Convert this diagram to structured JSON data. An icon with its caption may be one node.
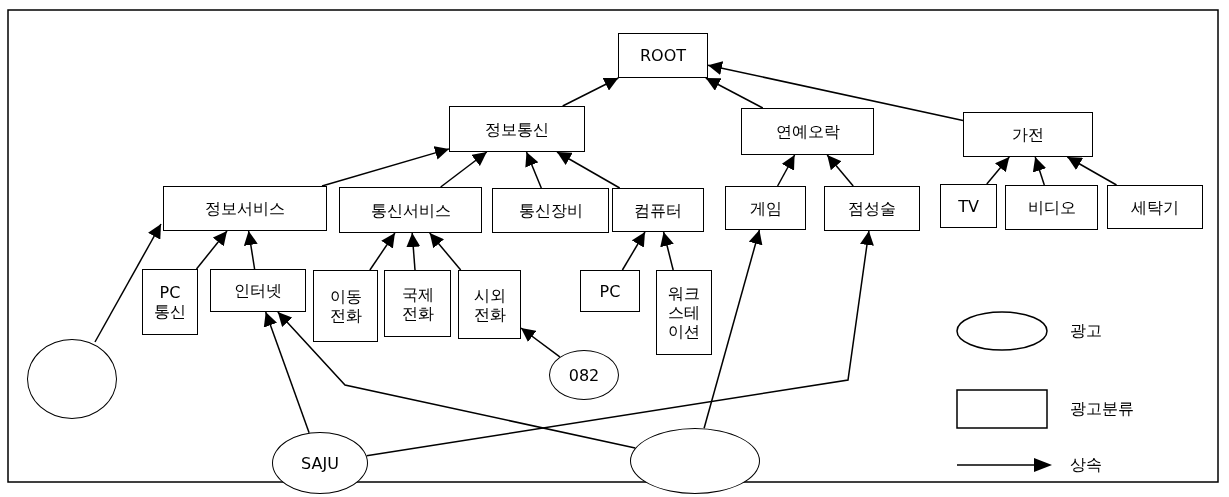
{
  "diagram": {
    "nodes": [
      {
        "text": [
          "ROOT"
        ]
      },
      {
        "text": [
          "정보통신"
        ]
      },
      {
        "text": [
          "연예오락"
        ]
      },
      {
        "text": [
          "가전"
        ]
      },
      {
        "text": [
          "정보서비스"
        ]
      },
      {
        "text": [
          "통신서비스"
        ]
      },
      {
        "text": [
          "통신장비"
        ]
      },
      {
        "text": [
          "컴퓨터"
        ]
      },
      {
        "text": [
          "게임"
        ]
      },
      {
        "text": [
          "점성술"
        ]
      },
      {
        "text": [
          "TV"
        ]
      },
      {
        "text": [
          "비디오"
        ]
      },
      {
        "text": [
          "세탁기"
        ]
      },
      {
        "text": [
          "PC 통신"
        ]
      },
      {
        "text": [
          "인터넷"
        ]
      },
      {
        "text": [
          "이동 전화"
        ]
      },
      {
        "text": [
          "국제 전화"
        ]
      },
      {
        "text": [
          "시외 전화"
        ]
      },
      {
        "text": [
          "PC"
        ]
      },
      {
        "text": [
          "워크스테이션"
        ]
      },
      {
        "text": [],
        "shape": "ellipse"
      },
      {
        "text": [
          "082"
        ]
      },
      {
        "text": [
          "SAJU"
        ]
      },
      {
        "text": [],
        "shape": "ellipse"
      }
    ],
    "edges": [
      {
        "from": 1,
        "to": 0,
        "arrow": "to"
      },
      {
        "from": 2,
        "to": 0,
        "arrow": "to"
      },
      {
        "from": 3,
        "to": 0,
        "arrow": "to"
      },
      {
        "from": 4,
        "to": 1,
        "arrow": "to"
      },
      {
        "from": 5,
        "to": 1,
        "arrow": "to"
      },
      {
        "from": 6,
        "to": 1,
        "arrow": "to"
      },
      {
        "from": 7,
        "to": 1,
        "arrow": "to"
      },
      {
        "from": 8,
        "to": 2,
        "arrow": "to"
      },
      {
        "from": 9,
        "to": 2,
        "arrow": "to"
      },
      {
        "from": 10,
        "to": 3,
        "arrow": "to"
      },
      {
        "from": 11,
        "to": 3,
        "arrow": "to"
      },
      {
        "from": 12,
        "to": 3,
        "arrow": "to"
      },
      {
        "from": 20,
        "to": 4,
        "arrow": "to"
      },
      {
        "from": 13,
        "to": 4,
        "arrow": "to"
      },
      {
        "from": 14,
        "to": 4,
        "arrow": "to"
      },
      {
        "from": 15,
        "to": 5,
        "arrow": "to"
      },
      {
        "from": 16,
        "to": 5,
        "arrow": "to"
      },
      {
        "from": 17,
        "to": 5,
        "arrow": "to"
      },
      {
        "from": 18,
        "to": 7,
        "arrow": "to"
      },
      {
        "from": 19,
        "to": 7,
        "arrow": "to"
      },
      {
        "from": 21,
        "to": 17,
        "arrow": "to"
      },
      {
        "from": 22,
        "to": 14,
        "arrow": "to"
      },
      {
        "from": 22,
        "to": 9,
        "arrow": "to"
      },
      {
        "from": 23,
        "to": 14,
        "arrow": "to"
      },
      {
        "from": 23,
        "to": 8,
        "arrow": "to"
      }
    ],
    "legend": [
      {
        "text": "광고"
      },
      {
        "text": "광고분류"
      },
      {
        "text": "상속"
      }
    ]
  }
}
